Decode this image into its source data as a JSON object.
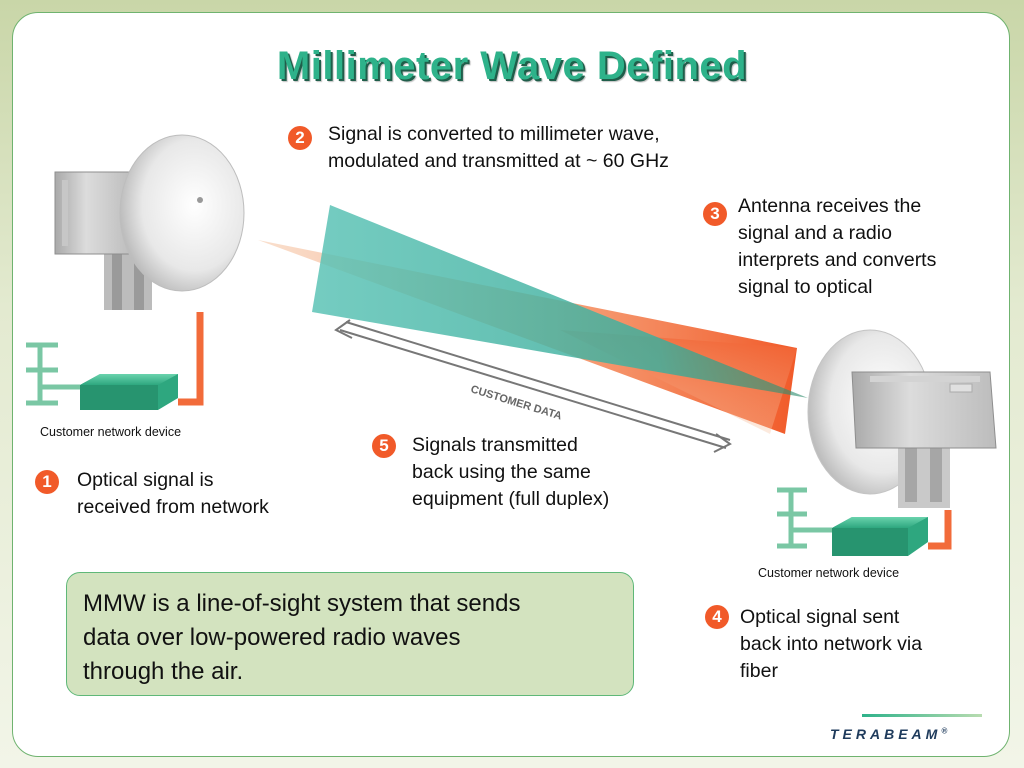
{
  "title": "Millimeter Wave Defined",
  "steps": [
    {
      "num": "1",
      "text_lines": [
        "Optical signal is",
        "received from network"
      ]
    },
    {
      "num": "2",
      "text_lines": [
        "Signal is converted to millimeter wave,",
        "modulated and transmitted at ~ 60 GHz"
      ]
    },
    {
      "num": "3",
      "text_lines": [
        "Antenna receives the",
        "signal and a radio",
        "interprets and converts",
        "signal to optical"
      ]
    },
    {
      "num": "4",
      "text_lines": [
        "Optical signal sent",
        "back into network via",
        "fiber"
      ]
    },
    {
      "num": "5",
      "text_lines": [
        "Signals transmitted",
        "back using the same",
        "equipment (full duplex)"
      ]
    }
  ],
  "device_label_left": "Customer network device",
  "device_label_right": "Customer network device",
  "customer_data_label": "CUSTOMER DATA",
  "callout_lines": [
    "MMW is a line-of-sight system that sends",
    "data over low-powered radio waves",
    "through the air."
  ],
  "logo": "TERABEAM",
  "logo_mark": "®",
  "colors": {
    "title": "#2eb28a",
    "badge": "#f15a29",
    "teal_beam": "#3fb8a8",
    "orange_beam": "#f15a29",
    "fiber": "#f26b3a",
    "device": "#2ea77f",
    "callout_bg": "#d3e3bf"
  }
}
